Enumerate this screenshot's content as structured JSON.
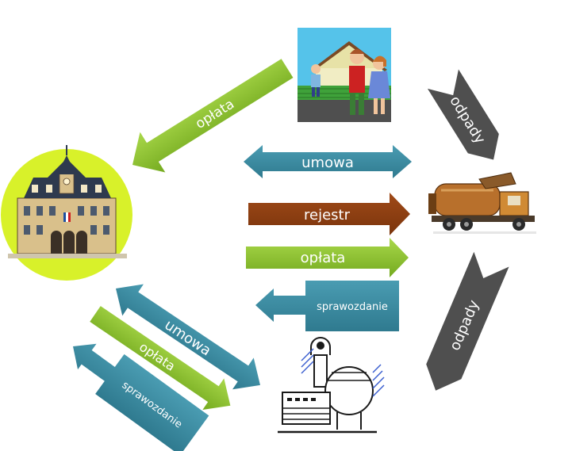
{
  "diagram": {
    "arrows": {
      "fee_residents_to_city": "opłata",
      "contract_city_collector": "umowa",
      "register_city_to_collector": "rejestr",
      "fee_city_to_collector": "opłata",
      "report_collector_to_city": "sprawozdanie",
      "contract_city_plant": "umowa",
      "fee_city_to_plant": "opłata",
      "report_plant_to_city": "sprawozdanie",
      "waste_residents_to_collector": "odpady",
      "waste_collector_to_plant": "odpady"
    },
    "colors": {
      "green": "#86bd2c",
      "teal": "#3a8aa0",
      "brown": "#8f3f12",
      "gray": "#4f4f4f",
      "city_circle": "#d8f12a"
    },
    "icons": {
      "city": "town-hall-icon",
      "residents": "family-house-icon",
      "collector": "garbage-truck-icon",
      "plant": "processing-plant-icon"
    }
  }
}
